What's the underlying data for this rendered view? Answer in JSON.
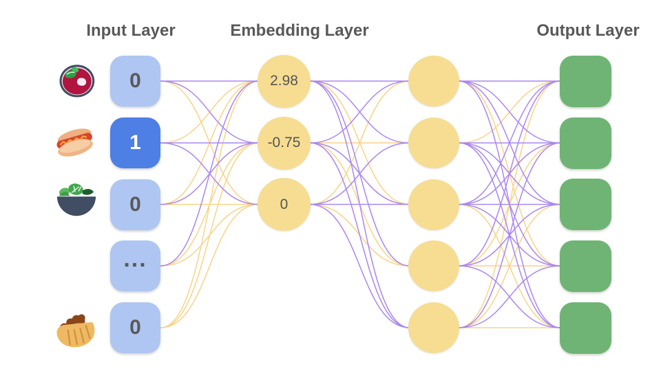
{
  "titles": {
    "input": "Input Layer",
    "embedding": "Embedding Layer",
    "output": "Output Layer"
  },
  "colors": {
    "background": "#ffffff",
    "title_text": "#595959",
    "input_box": "#aec6f1",
    "input_box_active": "#4d7fe4",
    "input_text": "#595959",
    "input_text_active": "#ffffff",
    "node_fill": "#f6dd92",
    "node_text": "#555555",
    "output_fill": "#6fb474",
    "edge_purple": "#aa86f0",
    "edge_yellow": "#f7d488"
  },
  "input_layer": [
    {
      "icon": "borscht-soup-emoji",
      "value": "0",
      "active": false
    },
    {
      "icon": "hotdog-emoji",
      "value": "1",
      "active": true
    },
    {
      "icon": "green-salad-emoji",
      "value": "0",
      "active": false
    },
    {
      "icon": "",
      "value": "...",
      "active": false
    },
    {
      "icon": "stuffed-flatbread-emoji",
      "value": "0",
      "active": false
    }
  ],
  "embedding_layer": [
    {
      "value": "2.98"
    },
    {
      "value": "-0.75"
    },
    {
      "value": "0"
    }
  ],
  "hidden_layer": {
    "count": 5
  },
  "output_layer": {
    "count": 5
  },
  "edges": {
    "input_to_embedding": [
      [
        "p",
        "p",
        "y"
      ],
      [
        "y",
        "p",
        "p"
      ],
      [
        "y",
        "p",
        "y"
      ],
      [
        "p",
        "y",
        "y"
      ],
      [
        "y",
        "y",
        "y"
      ]
    ],
    "embedding_to_hidden": [
      [
        "p",
        "p",
        "y",
        "p",
        "p"
      ],
      [
        "p",
        "y",
        "p",
        "y",
        "p"
      ],
      [
        "y",
        "p",
        "p",
        "y",
        "p"
      ]
    ],
    "hidden_to_output": [
      [
        "p",
        "p",
        "p",
        "y",
        "p"
      ],
      [
        "y",
        "p",
        "p",
        "p",
        "p"
      ],
      [
        "p",
        "p",
        "p",
        "p",
        "y"
      ],
      [
        "p",
        "y",
        "p",
        "y",
        "p"
      ],
      [
        "y",
        "p",
        "y",
        "p",
        "y"
      ]
    ]
  }
}
